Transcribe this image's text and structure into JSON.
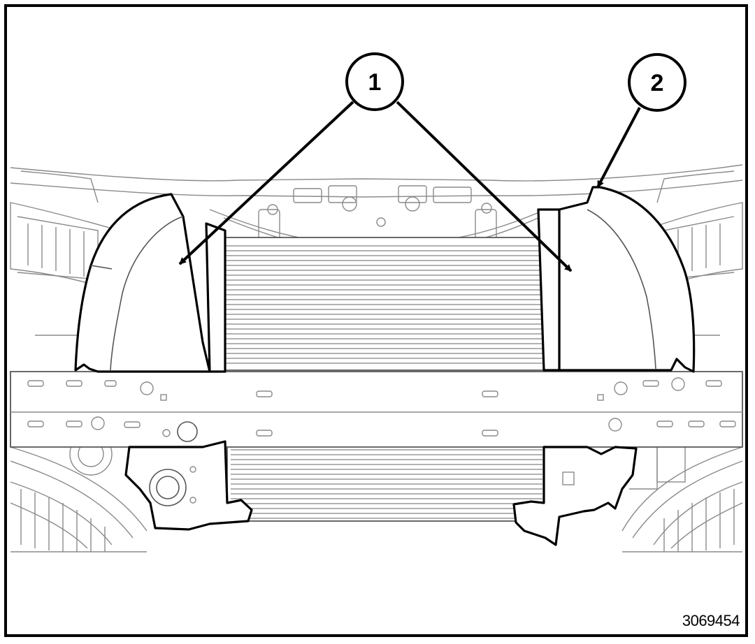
{
  "callouts": [
    {
      "label": "1"
    },
    {
      "label": "2"
    }
  ],
  "figure_number": "3069454",
  "colors": {
    "line": "#000000",
    "detail": "#8a8a8a",
    "background": "#ffffff"
  }
}
